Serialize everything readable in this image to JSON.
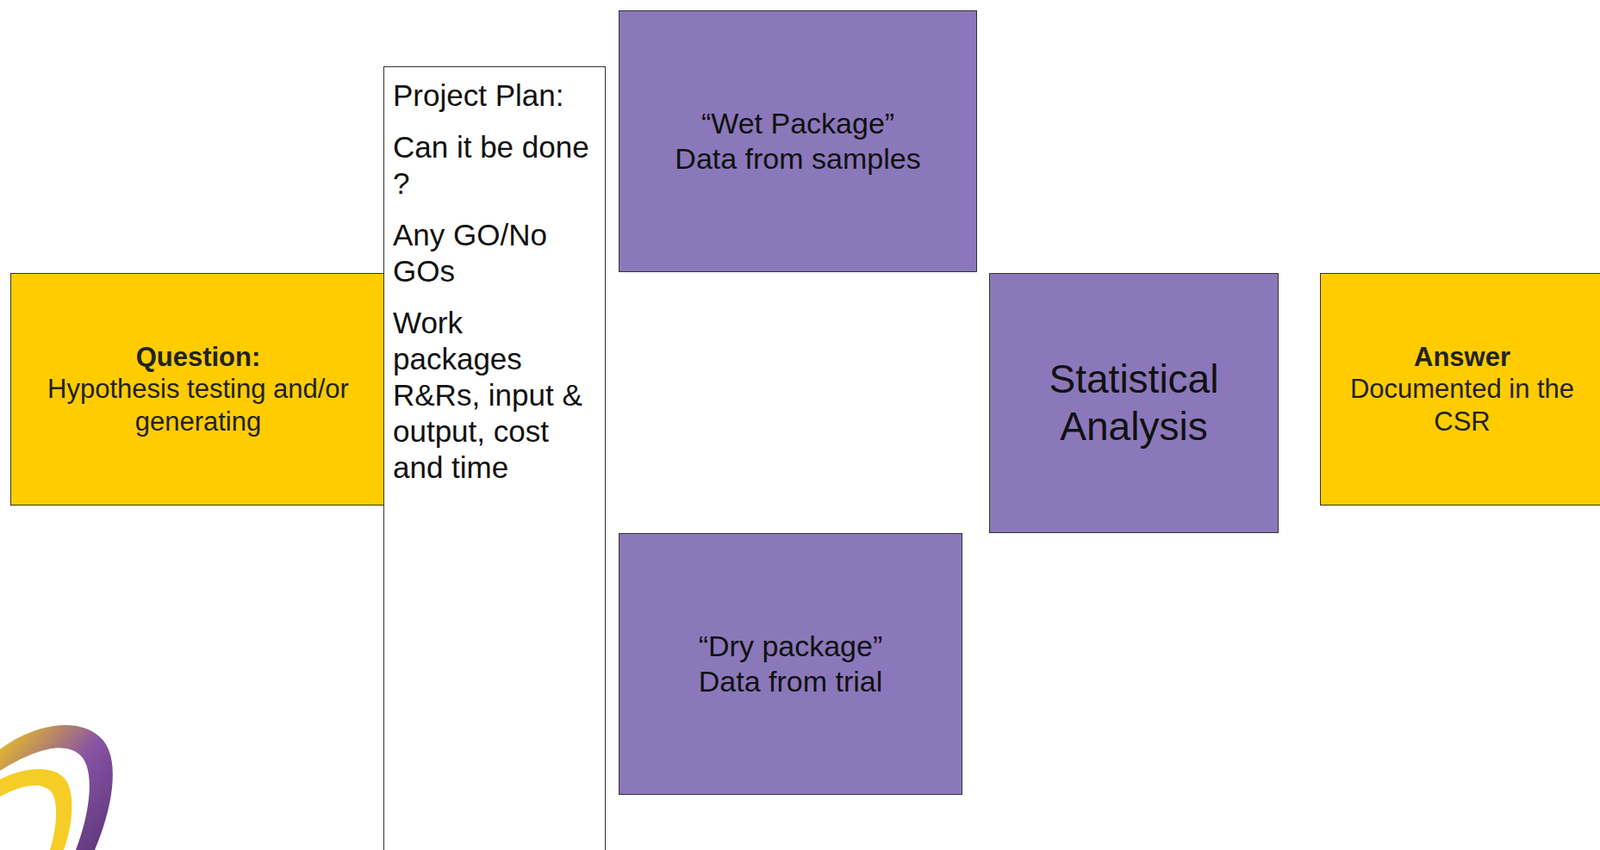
{
  "diagram": {
    "nodes": [
      {
        "text": [
          "Question:",
          "Hypothesis testing and/or generating"
        ]
      },
      {
        "text": [
          "Project Plan:",
          "Can it be done ?",
          "Any GO/No GOs",
          "Work packages R&Rs, input & output, cost and time"
        ]
      },
      {
        "text": [
          "“Wet Package”",
          "Data from samples"
        ]
      },
      {
        "text": [
          "“Dry package”",
          "Data from trial"
        ]
      },
      {
        "text": [
          "Statistical Analysis"
        ]
      },
      {
        "text": [
          "Answer",
          "Documented in the CSR"
        ]
      }
    ]
  }
}
